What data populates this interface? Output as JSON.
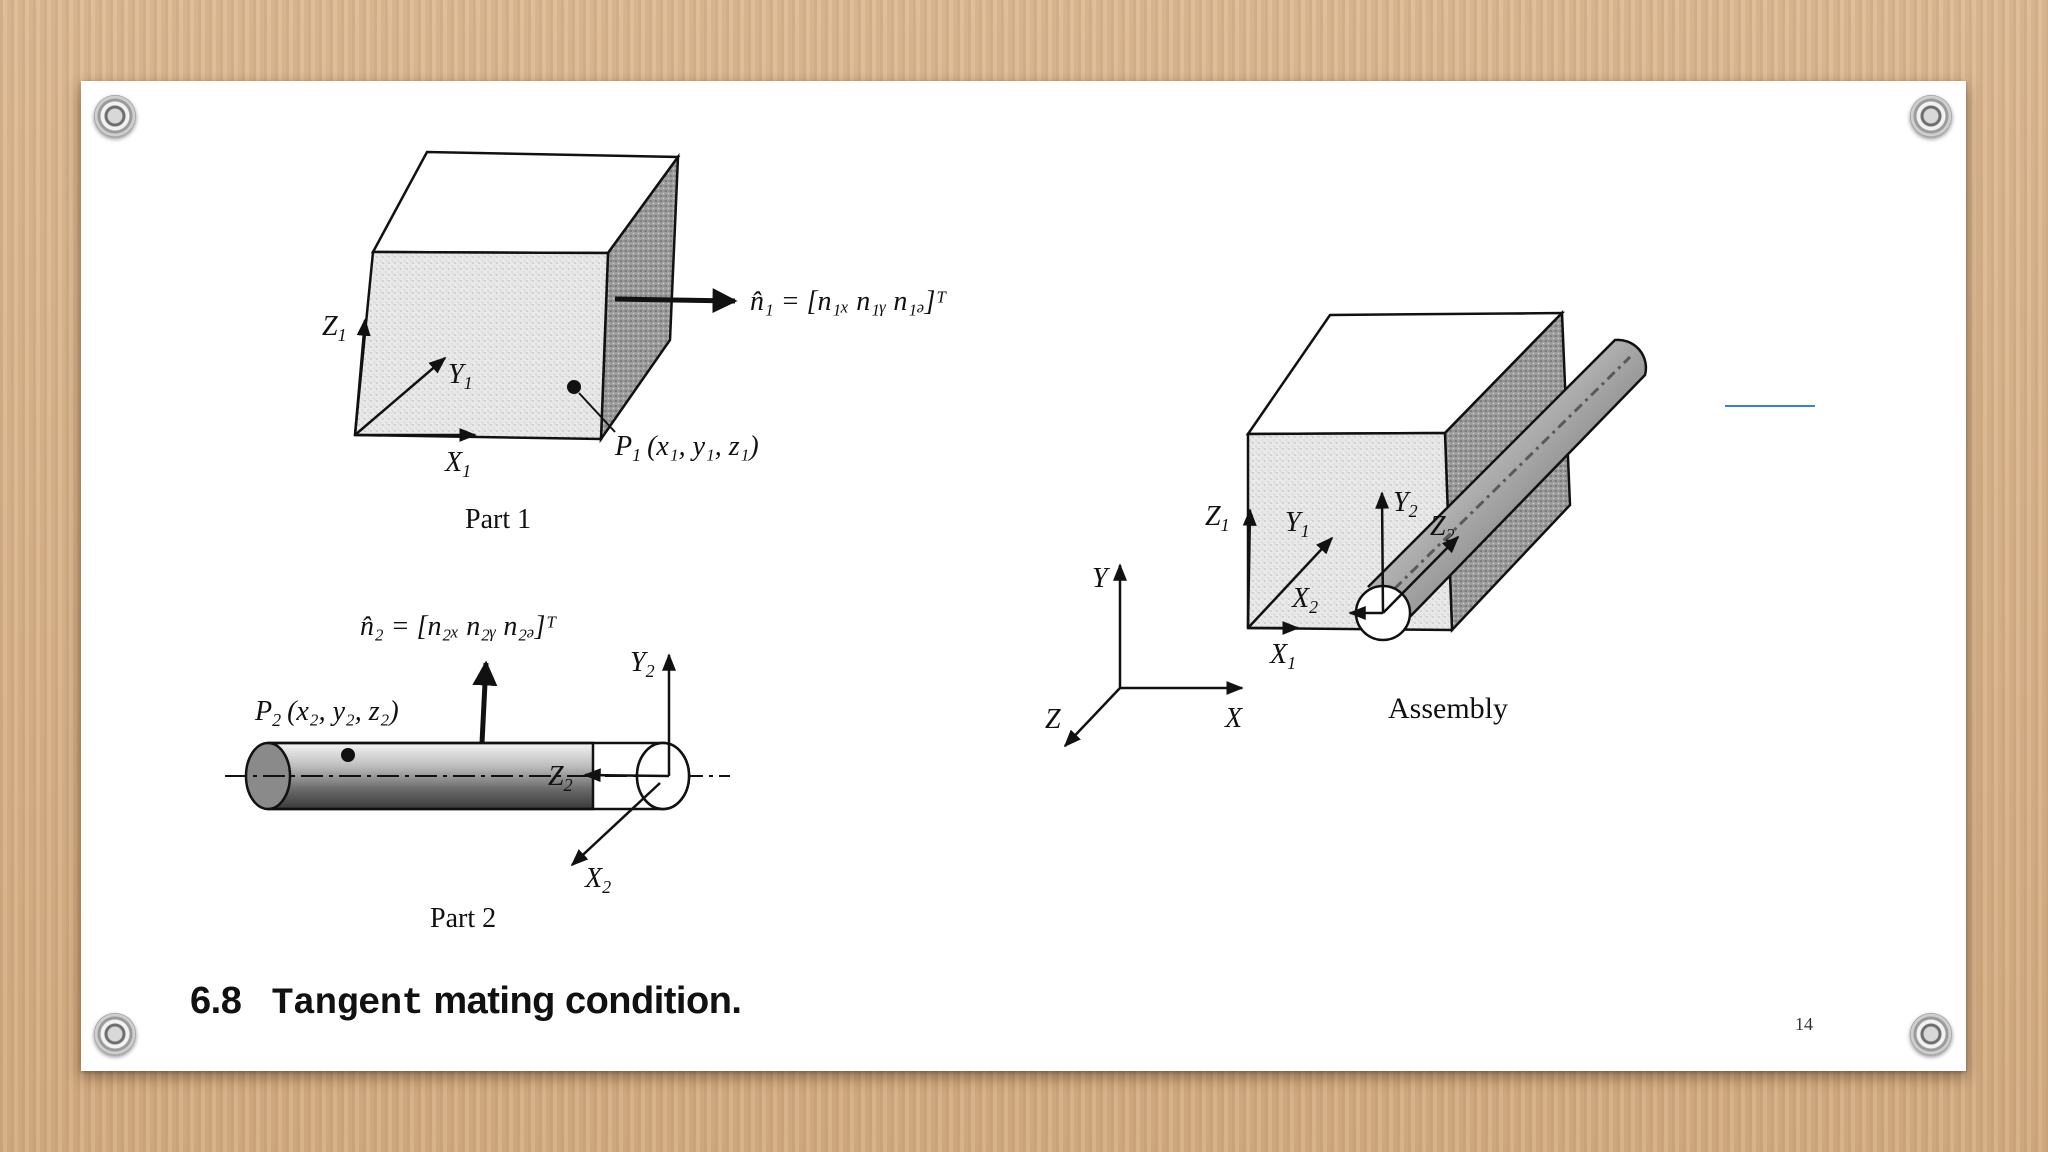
{
  "caption": {
    "number": "6.8",
    "title_mono": "Tangent",
    "title_rest": "mating condition."
  },
  "page_number": "14",
  "part1": {
    "label": "Part 1",
    "axis_z": "Z",
    "axis_z_sub": "1",
    "axis_y": "Y",
    "axis_y_sub": "1",
    "axis_x": "X",
    "axis_x_sub": "1",
    "point": "P",
    "point_sub": "1",
    "point_coords": "(x₁, y₁, z₁)",
    "normal": "n̂₁ = [n₁ₓ  n₁ᵧ  n₁ₔ]ᵀ"
  },
  "part2": {
    "label": "Part 2",
    "axis_y": "Y",
    "axis_y_sub": "2",
    "axis_z": "Z",
    "axis_z_sub": "2",
    "axis_x": "X",
    "axis_x_sub": "2",
    "point": "P",
    "point_sub": "2",
    "point_coords": "(x₂, y₂, z₂)",
    "normal": "n̂₂ = [n₂ₓ  n₂ᵧ  n₂ₔ]ᵀ"
  },
  "global_axes": {
    "x": "X",
    "y": "Y",
    "z": "Z"
  },
  "assembly": {
    "label": "Assembly",
    "z1": "Z",
    "z1_sub": "1",
    "y1": "Y",
    "y1_sub": "1",
    "x1": "X",
    "x1_sub": "1",
    "y2": "Y",
    "y2_sub": "2",
    "z2": "Z",
    "z2_sub": "2",
    "x2": "X",
    "x2_sub": "2"
  }
}
